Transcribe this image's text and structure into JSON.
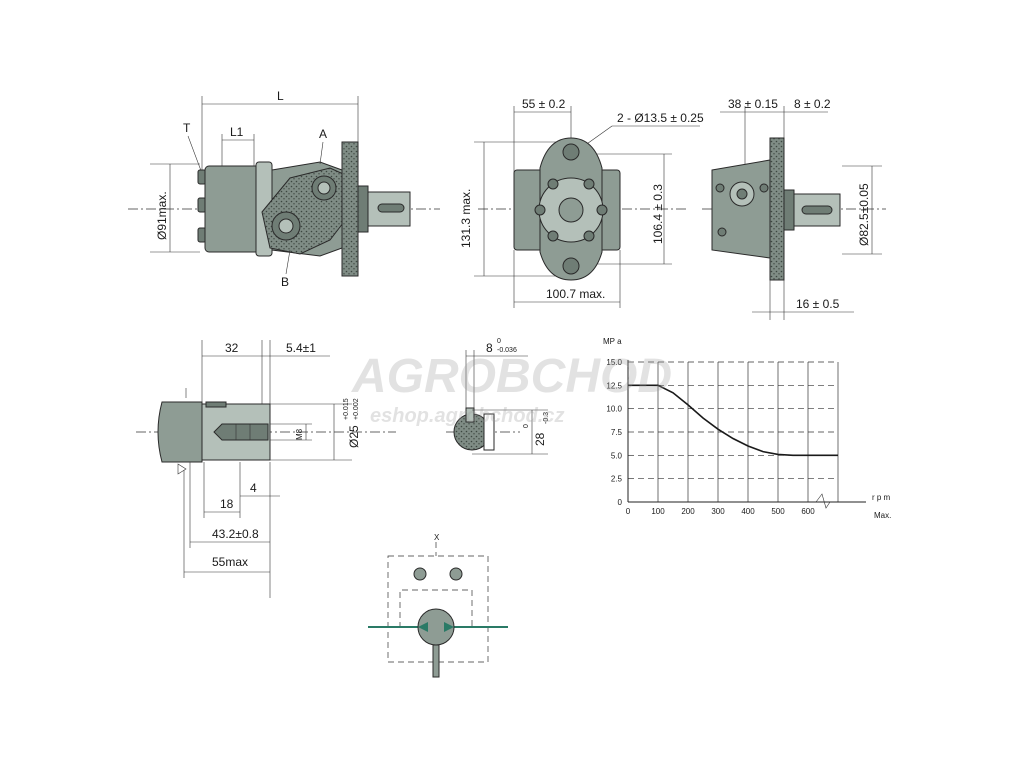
{
  "watermark": {
    "brand": "AGROBCHOD",
    "url": "eshop.agrobchod.cz"
  },
  "side_view": {
    "dim_L": "L",
    "dim_L1": "L1",
    "label_T": "T",
    "label_A": "A",
    "label_B": "B",
    "dim_dia": "Ø91max."
  },
  "front_view": {
    "dim_bolt_offset": "55 ± 0.2",
    "dim_holes": "2 - Ø13.5 ± 0.25",
    "dim_height": "131.3 max.",
    "dim_bolt_spacing": "106.4 ± 0.3",
    "dim_width": "100.7 max."
  },
  "end_view": {
    "dim_top_left": "38 ± 0.15",
    "dim_top_right": "8 ± 0.2",
    "dim_pilot": "Ø82.5±0.05",
    "dim_bottom": "16 ± 0.5"
  },
  "shaft_detail": {
    "dim_32": "32",
    "dim_5_4": "5.4±1",
    "dim_thread": "M8",
    "dim_shaft_dia": "Ø25",
    "dim_shaft_tol_upper": "+0.015",
    "dim_shaft_tol_lower": "+0.002",
    "dim_4": "4",
    "dim_18": "18",
    "dim_43": "43.2±0.8",
    "dim_55": "55max"
  },
  "key_section": {
    "dim_key_width": "8",
    "dim_key_tol_upper": "0",
    "dim_key_tol_lower": "-0.036",
    "dim_key_height": "28",
    "dim_key_height_tol_upper": "0",
    "dim_key_height_tol_lower": "-0.3"
  },
  "symbol": {
    "label_x": "X"
  },
  "chart_data": {
    "type": "line",
    "ylabel": "MP a",
    "xlabel": "r p m",
    "xlabel_note": "Max.",
    "x_ticks": [
      0,
      100,
      200,
      300,
      400,
      500,
      600
    ],
    "y_ticks": [
      0,
      2.5,
      5.0,
      7.5,
      10.0,
      12.5,
      15.0
    ],
    "y_tick_labels": [
      "0",
      "2.5",
      "5.0",
      "7.5",
      "10.0",
      "12.5",
      "15.0"
    ],
    "xlim": [
      0,
      700
    ],
    "ylim": [
      0,
      15
    ],
    "series": [
      {
        "x": [
          0,
          100,
          150,
          200,
          250,
          300,
          350,
          400,
          450,
          500,
          550,
          600,
          700
        ],
        "y": [
          12.5,
          12.5,
          11.7,
          10.4,
          9.0,
          7.8,
          6.8,
          6.0,
          5.4,
          5.1,
          5.0,
          5.0,
          5.0
        ]
      }
    ]
  }
}
